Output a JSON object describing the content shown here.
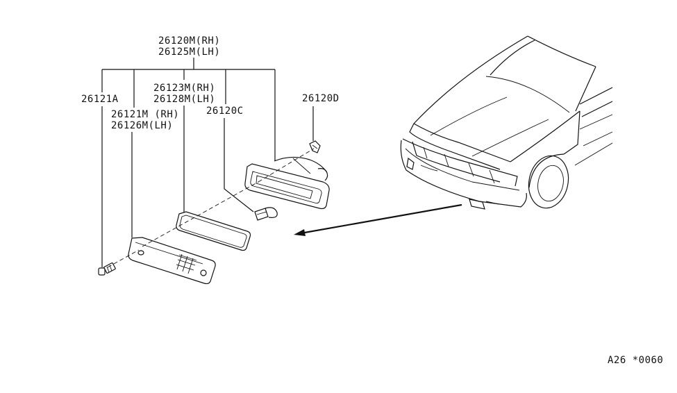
{
  "labels": {
    "lamp_assembly_rh": "26120M(RH)",
    "lamp_assembly_lh": "26125M(LH)",
    "screw": "26121A",
    "gasket_rh": "26123M(RH)",
    "gasket_lh": "26128M(LH)",
    "lens_rh": "26121M (RH)",
    "lens_lh": "26126M(LH)",
    "bulb": "26120C",
    "clip": "26120D",
    "diagram_code": "A26 *0060"
  }
}
